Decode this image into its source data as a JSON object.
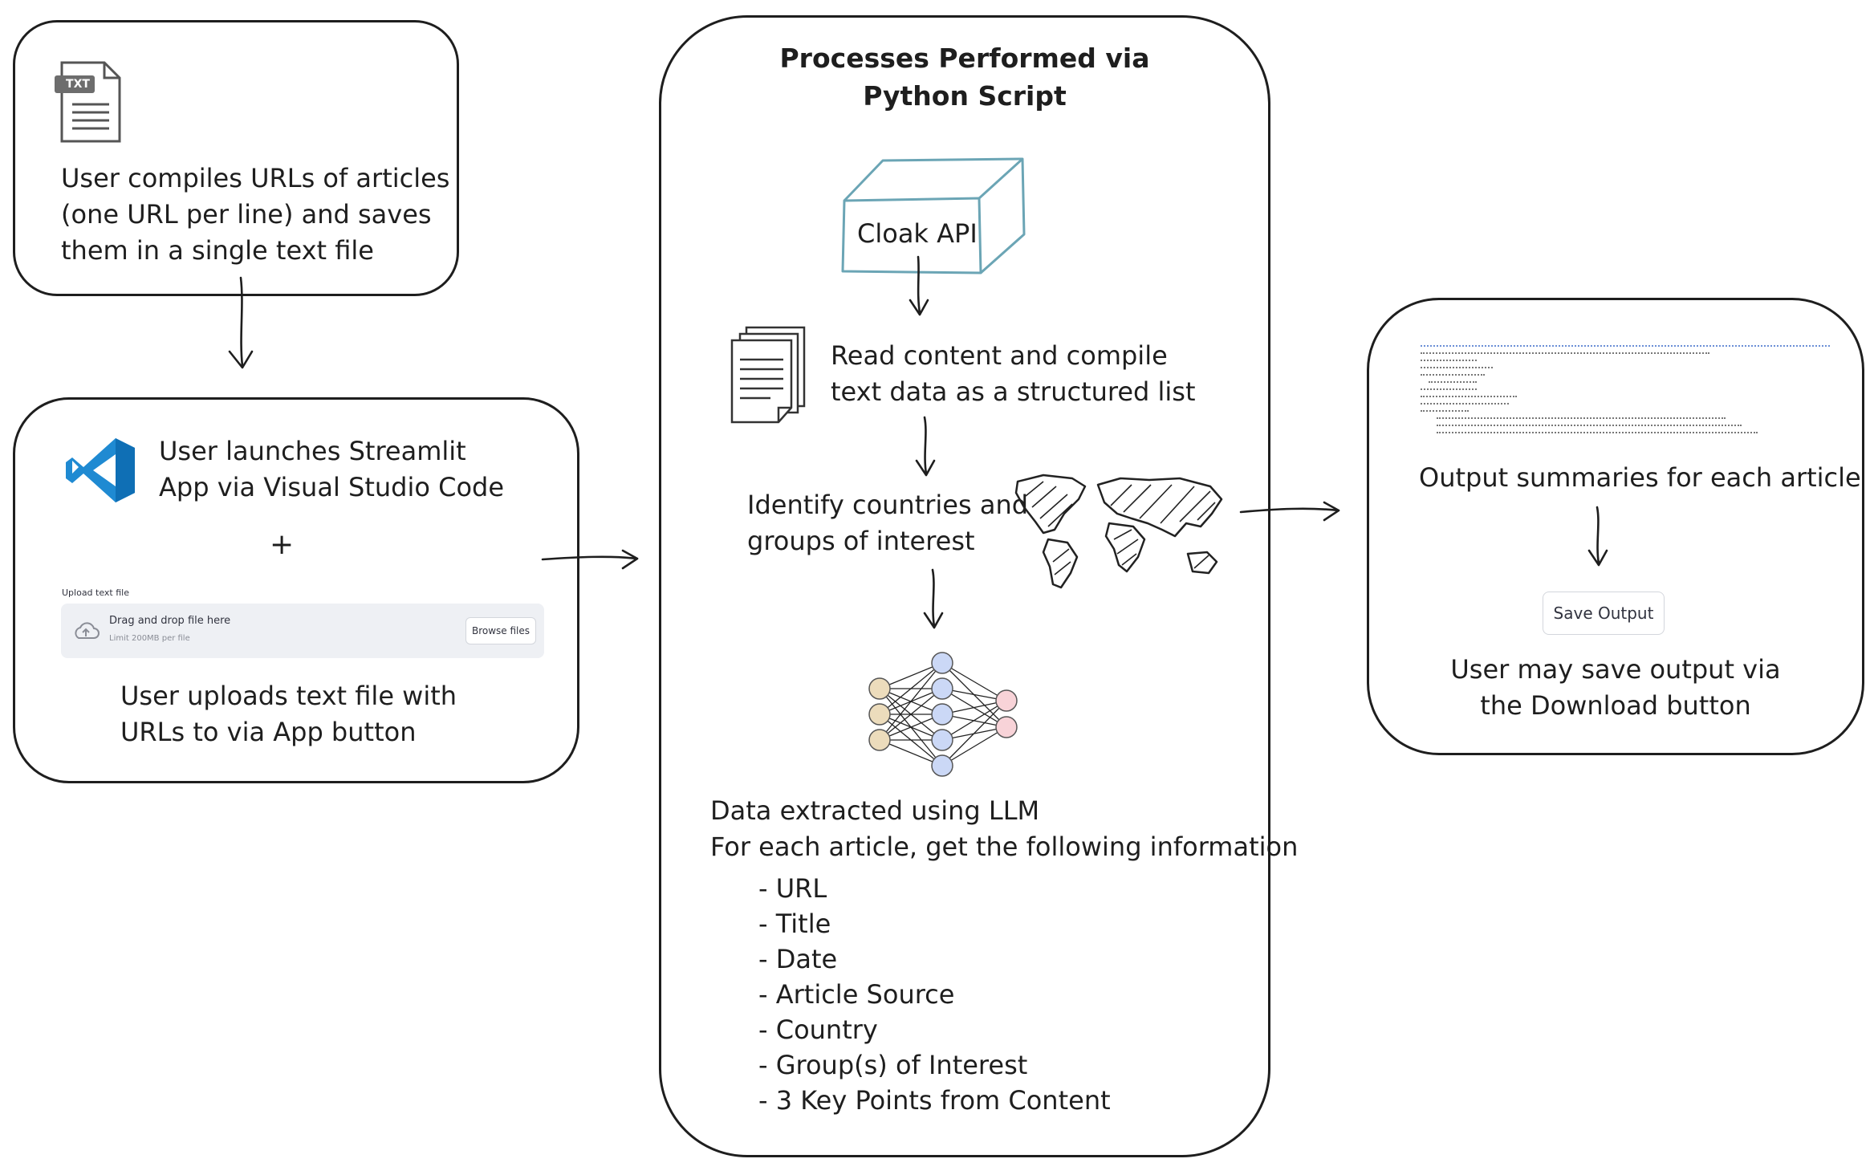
{
  "boxes": {
    "compile": {
      "text": [
        "User compiles URLs of articles",
        "(one URL per line) and saves",
        "them in a single text file"
      ]
    },
    "launch": {
      "text": [
        "User launches Streamlit",
        "App via Visual Studio Code"
      ],
      "plus": "+",
      "upload_text": [
        "User uploads text file with",
        "URLs to via App button"
      ]
    },
    "process": {
      "title": [
        "Processes Performed via",
        "Python Script"
      ],
      "api_label": "Cloak API",
      "read_text": [
        "Read content and compile",
        "text data as a structured list"
      ],
      "identify_text": [
        "Identify countries and",
        "groups of interest"
      ],
      "extract_text": [
        "Data extracted using LLM",
        "For each article, get the following information"
      ],
      "fields": [
        "- URL",
        "- Title",
        "- Date",
        "- Article Source",
        "- Country",
        "- Group(s) of Interest",
        "- 3 Key Points from Content"
      ]
    },
    "output": {
      "text": "Output summaries for each article",
      "save_label": "Save Output",
      "save_text": [
        "User may save output via",
        "the Download button"
      ]
    }
  },
  "streamlit_uploader": {
    "label": "Upload text file",
    "drag_text": "Drag and drop file here",
    "limit_text": "Limit 200MB per file",
    "browse_label": "Browse files"
  },
  "icons": {
    "txt_file": "TXT",
    "documents": "documents-icon",
    "vscode": "vscode-icon",
    "world_map": "world-map-icon",
    "neural_net": "neural-network-icon",
    "cloud_upload": "cloud-upload-icon"
  },
  "colors": {
    "stroke": "#1e1e1e",
    "api_box": "#6ba5b5",
    "vscode_blue": "#1f8ad2",
    "nn_input": "#ecdcbc",
    "nn_hidden": "#cbd8f6",
    "nn_output": "#f8d3d8"
  }
}
